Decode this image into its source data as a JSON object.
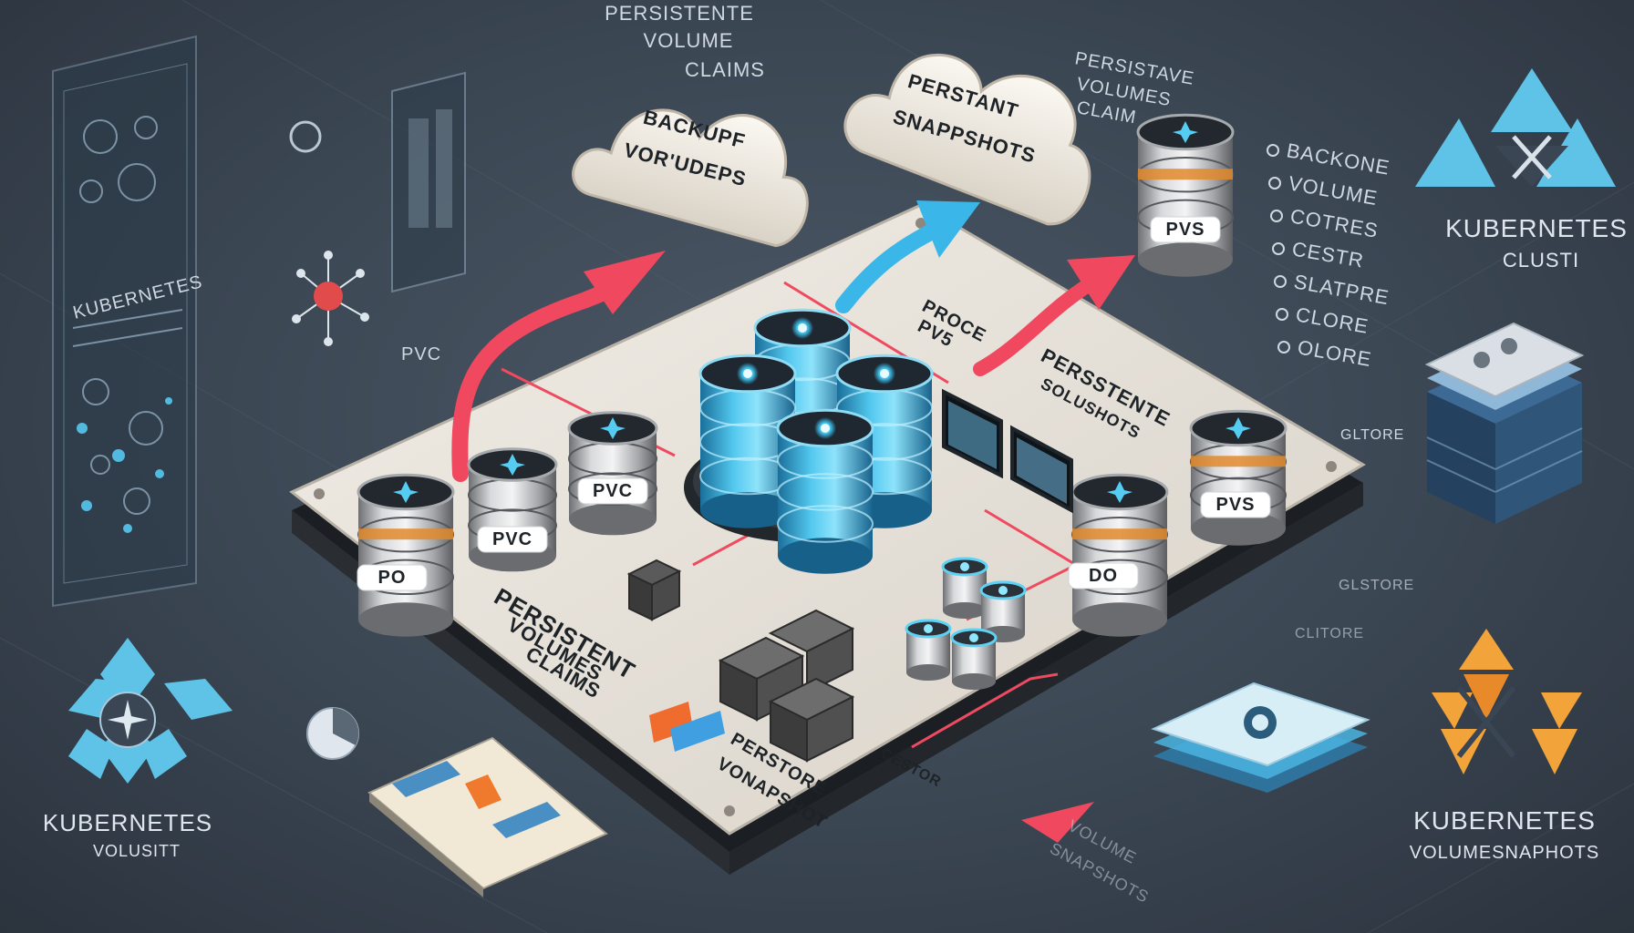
{
  "clouds": [
    {
      "line1": "BACKUPF",
      "line2": "VOR'UDEPS"
    },
    {
      "line1": "PERSTANT",
      "line2": "SNAPPSHOTS"
    }
  ],
  "top_captions": {
    "left": [
      "PERSISTENTE",
      "VOLUME",
      "CLAIMS"
    ],
    "right": [
      "PERSISTAVE",
      "VOLUMES",
      "CLAIM"
    ]
  },
  "left_panel": {
    "title": "KUBERNETES",
    "pvc_label": "PVC"
  },
  "platform_labels": {
    "top_pvs": [
      "PROCE",
      "PV5"
    ],
    "snapshots": [
      "PERSSTENTE",
      "SOLUSHOTS"
    ],
    "claims": [
      "PERSISTENT",
      "VOLUMES",
      "CLAIMS"
    ],
    "vonapshot": [
      "PERSTORE",
      "VONAPSHOT"
    ],
    "cestor": "CESTOR",
    "bottom_faded": [
      "VOLUME",
      "SNAPSHOTS"
    ]
  },
  "cylinder_labels": {
    "left_po": "PO",
    "pvc_1": "PVC",
    "pvc_2": "PVC",
    "right_do": "DO",
    "right_pvs": "PVS",
    "top_pvs": "PVS"
  },
  "right_list": [
    "BACKONE",
    "VOLUME",
    "COTRES",
    "CESTR",
    "SLATPRE",
    "CLORE",
    "OLORE"
  ],
  "side_texts": {
    "gltore": "GLTORE",
    "glstore": "GLSTORE",
    "clitore": "CLITORE"
  },
  "logos": {
    "top_right": {
      "title": "KUBERNETES",
      "subtitle": "CLUSTI"
    },
    "bottom_left": {
      "title": "KUBERNETES",
      "subtitle": "VOLUSITT"
    },
    "bottom_right": {
      "title": "KUBERNETES",
      "subtitle": "VOLUMESNAPHOTS"
    }
  },
  "colors": {
    "arrow_red": "#f0485e",
    "arrow_blue": "#3ab6e8",
    "glow_cyan": "#52d2f5",
    "platform": "#e9e4dc",
    "logo_blue": "#5fc3e8",
    "logo_orange": "#f2a33a"
  }
}
